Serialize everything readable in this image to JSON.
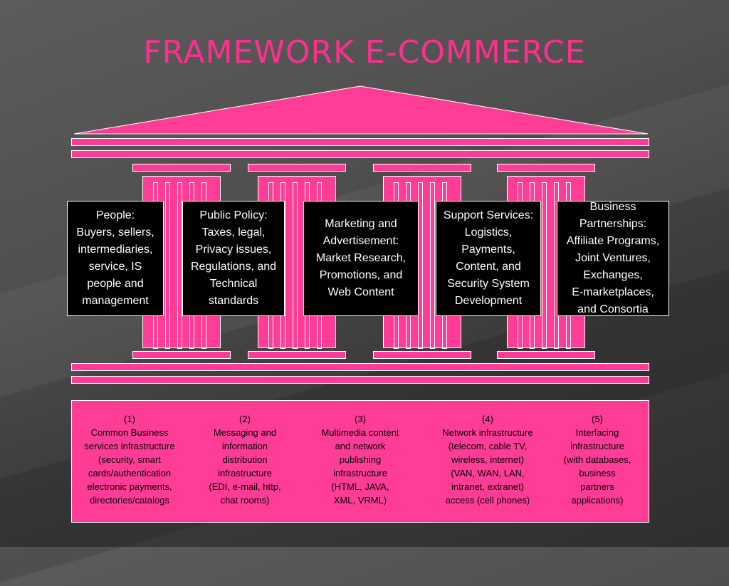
{
  "slide": {
    "title": "FRAMEWORK E-COMMERCE"
  },
  "colors": {
    "pillar_pink": "#ff3d96",
    "title_pink": "#ff2f8e",
    "box_black": "#000000",
    "background": "#4a4a4a"
  },
  "pillars": [
    {
      "text": "People:\nBuyers, sellers,\nintermediaries,\nservice, IS\npeople and\nmanagement"
    },
    {
      "text": "Public Policy:\nTaxes, legal,\nPrivacy issues,\nRegulations, and\nTechnical\nstandards"
    },
    {
      "text": "Marketing and\nAdvertisement:\nMarket Research,\nPromotions, and\nWeb Content"
    },
    {
      "text": "Support Services:\nLogistics,\nPayments,\nContent, and\nSecurity System\nDevelopment"
    },
    {
      "text": "Business\nPartnerships:\nAffiliate Programs,\nJoint Ventures,\nExchanges,\nE-marketplaces,\nand Consortia"
    }
  ],
  "foundation": [
    {
      "text": "(1)\nCommon Business\nservices infrastructure\n(security, smart\ncards/authentication\nelectronic payments,\ndirectories/catalogs"
    },
    {
      "text": "(2)\nMessaging and\ninformation\ndistribution\ninfrastructure\n(EDI, e-mail, http,\nchat rooms)"
    },
    {
      "text": "(3)\nMultimedia content\nand network\npublishing\ninfrastructure\n(HTML, JAVA,\nXML, VRML)"
    },
    {
      "text": "(4)\nNetwork infrastructure\n(telecom, cable TV,\nwireless, internet)\n(VAN, WAN, LAN,\nintranet, extranet)\naccess (cell phones)"
    },
    {
      "text": "(5)\nInterfacing\ninfrastructure\n(with databases,\nbusiness\npartners\napplications)"
    }
  ]
}
